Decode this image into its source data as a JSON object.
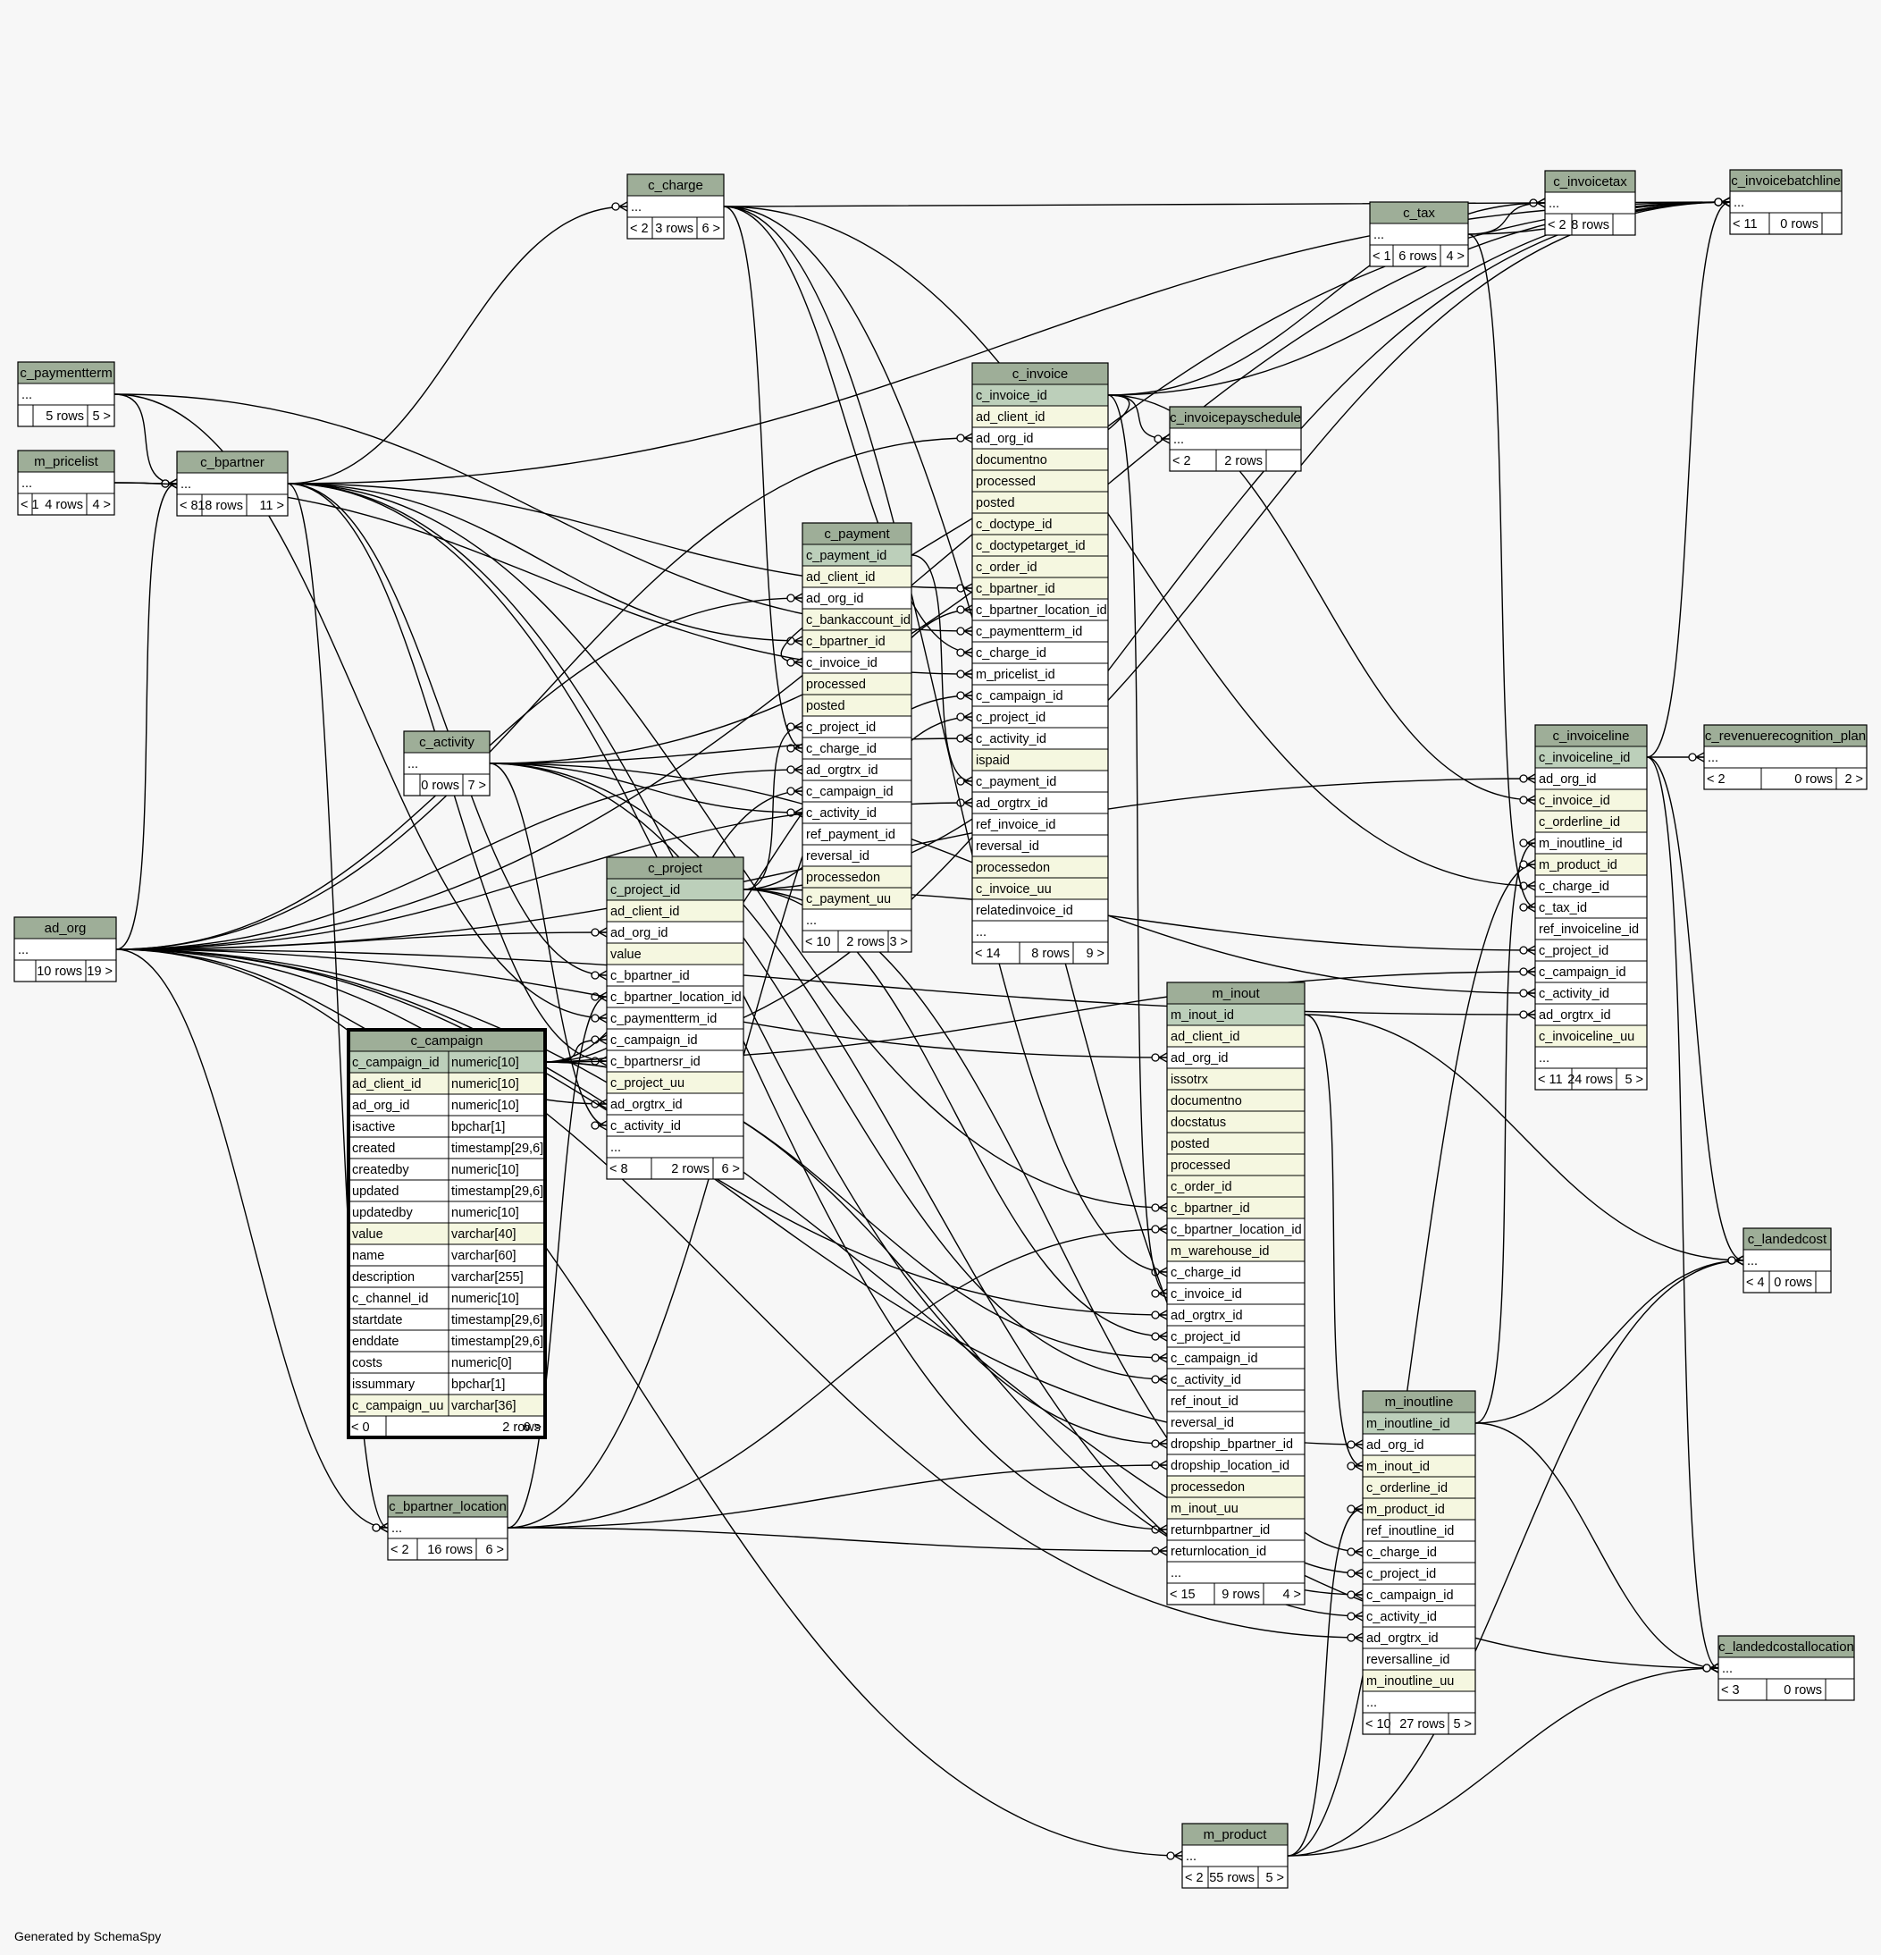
{
  "footer": "Generated by SchemaSpy",
  "colors": {
    "header": "#9eae98",
    "pk": "#bccfba",
    "fk": "#f5f7e0",
    "plain": "#ffffff",
    "border": "#000000",
    "line": "#000000"
  },
  "tables": [
    {
      "id": "c_paymentterm",
      "title": "c_paymentterm",
      "rows": [
        {
          "t": "...",
          "k": "plain"
        }
      ],
      "stats": [
        "",
        "5 rows",
        "5 >"
      ]
    },
    {
      "id": "m_pricelist",
      "title": "m_pricelist",
      "rows": [
        {
          "t": "...",
          "k": "plain"
        }
      ],
      "stats": [
        "< 1",
        "4 rows",
        "4 >"
      ]
    },
    {
      "id": "c_bpartner",
      "title": "c_bpartner",
      "rows": [
        {
          "t": "...",
          "k": "plain"
        }
      ],
      "stats": [
        "< 8",
        "18 rows",
        "11 >"
      ]
    },
    {
      "id": "ad_org",
      "title": "ad_org",
      "rows": [
        {
          "t": "...",
          "k": "plain"
        }
      ],
      "stats": [
        "",
        "10 rows",
        "19 >"
      ]
    },
    {
      "id": "c_charge",
      "title": "c_charge",
      "rows": [
        {
          "t": "...",
          "k": "plain"
        }
      ],
      "stats": [
        "< 2",
        "3 rows",
        "6 >"
      ]
    },
    {
      "id": "c_activity",
      "title": "c_activity",
      "rows": [
        {
          "t": "...",
          "k": "plain"
        }
      ],
      "stats": [
        "",
        "0 rows",
        "7 >"
      ]
    },
    {
      "id": "c_bpartner_location",
      "title": "c_bpartner_location",
      "rows": [
        {
          "t": "...",
          "k": "plain"
        }
      ],
      "stats": [
        "< 2",
        "16 rows",
        "6 >"
      ]
    },
    {
      "id": "c_campaign",
      "title": "c_campaign",
      "focus": true,
      "rows": [
        {
          "t": "c_campaign_id",
          "y": "numeric[10]",
          "k": "pk"
        },
        {
          "t": "ad_client_id",
          "y": "numeric[10]",
          "k": "fk"
        },
        {
          "t": "ad_org_id",
          "y": "numeric[10]",
          "k": "plain"
        },
        {
          "t": "isactive",
          "y": "bpchar[1]",
          "k": "plain"
        },
        {
          "t": "created",
          "y": "timestamp[29,6]",
          "k": "plain"
        },
        {
          "t": "createdby",
          "y": "numeric[10]",
          "k": "plain"
        },
        {
          "t": "updated",
          "y": "timestamp[29,6]",
          "k": "plain"
        },
        {
          "t": "updatedby",
          "y": "numeric[10]",
          "k": "plain"
        },
        {
          "t": "value",
          "y": "varchar[40]",
          "k": "fk"
        },
        {
          "t": "name",
          "y": "varchar[60]",
          "k": "plain"
        },
        {
          "t": "description",
          "y": "varchar[255]",
          "k": "plain"
        },
        {
          "t": "c_channel_id",
          "y": "numeric[10]",
          "k": "plain"
        },
        {
          "t": "startdate",
          "y": "timestamp[29,6]",
          "k": "plain"
        },
        {
          "t": "enddate",
          "y": "timestamp[29,6]",
          "k": "plain"
        },
        {
          "t": "costs",
          "y": "numeric[0]",
          "k": "plain"
        },
        {
          "t": "issummary",
          "y": "bpchar[1]",
          "k": "plain"
        },
        {
          "t": "c_campaign_uu",
          "y": "varchar[36]",
          "k": "fk"
        }
      ],
      "stats": [
        "< 0",
        "2 rows",
        "6 >"
      ]
    },
    {
      "id": "c_project",
      "title": "c_project",
      "rows": [
        {
          "t": "c_project_id",
          "k": "pk"
        },
        {
          "t": "ad_client_id",
          "k": "fk"
        },
        {
          "t": "ad_org_id",
          "k": "plain"
        },
        {
          "t": "value",
          "k": "fk"
        },
        {
          "t": "c_bpartner_id",
          "k": "plain"
        },
        {
          "t": "c_bpartner_location_id",
          "k": "plain"
        },
        {
          "t": "c_paymentterm_id",
          "k": "plain"
        },
        {
          "t": "c_campaign_id",
          "k": "plain"
        },
        {
          "t": "c_bpartnersr_id",
          "k": "plain"
        },
        {
          "t": "c_project_uu",
          "k": "fk"
        },
        {
          "t": "ad_orgtrx_id",
          "k": "plain"
        },
        {
          "t": "c_activity_id",
          "k": "plain"
        },
        {
          "t": "...",
          "k": "plain"
        }
      ],
      "stats": [
        "< 8",
        "2 rows",
        "6 >"
      ]
    },
    {
      "id": "c_payment",
      "title": "c_payment",
      "rows": [
        {
          "t": "c_payment_id",
          "k": "pk"
        },
        {
          "t": "ad_client_id",
          "k": "fk"
        },
        {
          "t": "ad_org_id",
          "k": "plain"
        },
        {
          "t": "c_bankaccount_id",
          "k": "fk"
        },
        {
          "t": "c_bpartner_id",
          "k": "fk"
        },
        {
          "t": "c_invoice_id",
          "k": "plain"
        },
        {
          "t": "processed",
          "k": "fk"
        },
        {
          "t": "posted",
          "k": "fk"
        },
        {
          "t": "c_project_id",
          "k": "plain"
        },
        {
          "t": "c_charge_id",
          "k": "plain"
        },
        {
          "t": "ad_orgtrx_id",
          "k": "plain"
        },
        {
          "t": "c_campaign_id",
          "k": "plain"
        },
        {
          "t": "c_activity_id",
          "k": "plain"
        },
        {
          "t": "ref_payment_id",
          "k": "plain"
        },
        {
          "t": "reversal_id",
          "k": "plain"
        },
        {
          "t": "processedon",
          "k": "fk"
        },
        {
          "t": "c_payment_uu",
          "k": "fk"
        },
        {
          "t": "...",
          "k": "plain"
        }
      ],
      "stats": [
        "< 10",
        "2 rows",
        "3 >"
      ]
    },
    {
      "id": "c_invoice",
      "title": "c_invoice",
      "rows": [
        {
          "t": "c_invoice_id",
          "k": "pk"
        },
        {
          "t": "ad_client_id",
          "k": "fk"
        },
        {
          "t": "ad_org_id",
          "k": "plain"
        },
        {
          "t": "documentno",
          "k": "fk"
        },
        {
          "t": "processed",
          "k": "fk"
        },
        {
          "t": "posted",
          "k": "fk"
        },
        {
          "t": "c_doctype_id",
          "k": "fk"
        },
        {
          "t": "c_doctypetarget_id",
          "k": "fk"
        },
        {
          "t": "c_order_id",
          "k": "fk"
        },
        {
          "t": "c_bpartner_id",
          "k": "fk"
        },
        {
          "t": "c_bpartner_location_id",
          "k": "plain"
        },
        {
          "t": "c_paymentterm_id",
          "k": "plain"
        },
        {
          "t": "c_charge_id",
          "k": "plain"
        },
        {
          "t": "m_pricelist_id",
          "k": "plain"
        },
        {
          "t": "c_campaign_id",
          "k": "plain"
        },
        {
          "t": "c_project_id",
          "k": "plain"
        },
        {
          "t": "c_activity_id",
          "k": "plain"
        },
        {
          "t": "ispaid",
          "k": "fk"
        },
        {
          "t": "c_payment_id",
          "k": "plain"
        },
        {
          "t": "ad_orgtrx_id",
          "k": "plain"
        },
        {
          "t": "ref_invoice_id",
          "k": "plain"
        },
        {
          "t": "reversal_id",
          "k": "plain"
        },
        {
          "t": "processedon",
          "k": "fk"
        },
        {
          "t": "c_invoice_uu",
          "k": "fk"
        },
        {
          "t": "relatedinvoice_id",
          "k": "plain"
        },
        {
          "t": "...",
          "k": "plain"
        }
      ],
      "stats": [
        "< 14",
        "8 rows",
        "9 >"
      ]
    },
    {
      "id": "c_invoicepayschedule",
      "title": "c_invoicepayschedule",
      "rows": [
        {
          "t": "...",
          "k": "plain"
        }
      ],
      "stats": [
        "< 2",
        "2 rows",
        ""
      ]
    },
    {
      "id": "c_tax",
      "title": "c_tax",
      "rows": [
        {
          "t": "...",
          "k": "plain"
        }
      ],
      "stats": [
        "< 1",
        "6 rows",
        "4 >"
      ]
    },
    {
      "id": "c_invoicetax",
      "title": "c_invoicetax",
      "rows": [
        {
          "t": "...",
          "k": "plain"
        }
      ],
      "stats": [
        "< 2",
        "8 rows",
        ""
      ]
    },
    {
      "id": "c_invoicebatchline",
      "title": "c_invoicebatchline",
      "rows": [
        {
          "t": "...",
          "k": "plain"
        }
      ],
      "stats": [
        "< 11",
        "0 rows",
        ""
      ]
    },
    {
      "id": "m_inout",
      "title": "m_inout",
      "rows": [
        {
          "t": "m_inout_id",
          "k": "pk"
        },
        {
          "t": "ad_client_id",
          "k": "fk"
        },
        {
          "t": "ad_org_id",
          "k": "plain"
        },
        {
          "t": "issotrx",
          "k": "fk"
        },
        {
          "t": "documentno",
          "k": "fk"
        },
        {
          "t": "docstatus",
          "k": "fk"
        },
        {
          "t": "posted",
          "k": "fk"
        },
        {
          "t": "processed",
          "k": "fk"
        },
        {
          "t": "c_order_id",
          "k": "fk"
        },
        {
          "t": "c_bpartner_id",
          "k": "fk"
        },
        {
          "t": "c_bpartner_location_id",
          "k": "plain"
        },
        {
          "t": "m_warehouse_id",
          "k": "fk"
        },
        {
          "t": "c_charge_id",
          "k": "plain"
        },
        {
          "t": "c_invoice_id",
          "k": "plain"
        },
        {
          "t": "ad_orgtrx_id",
          "k": "plain"
        },
        {
          "t": "c_project_id",
          "k": "plain"
        },
        {
          "t": "c_campaign_id",
          "k": "plain"
        },
        {
          "t": "c_activity_id",
          "k": "plain"
        },
        {
          "t": "ref_inout_id",
          "k": "plain"
        },
        {
          "t": "reversal_id",
          "k": "plain"
        },
        {
          "t": "dropship_bpartner_id",
          "k": "plain"
        },
        {
          "t": "dropship_location_id",
          "k": "plain"
        },
        {
          "t": "processedon",
          "k": "fk"
        },
        {
          "t": "m_inout_uu",
          "k": "fk"
        },
        {
          "t": "returnbpartner_id",
          "k": "plain"
        },
        {
          "t": "returnlocation_id",
          "k": "plain"
        },
        {
          "t": "...",
          "k": "plain"
        }
      ],
      "stats": [
        "< 15",
        "9 rows",
        "4 >"
      ]
    },
    {
      "id": "c_invoiceline",
      "title": "c_invoiceline",
      "rows": [
        {
          "t": "c_invoiceline_id",
          "k": "pk"
        },
        {
          "t": "ad_org_id",
          "k": "plain"
        },
        {
          "t": "c_invoice_id",
          "k": "fk"
        },
        {
          "t": "c_orderline_id",
          "k": "fk"
        },
        {
          "t": "m_inoutline_id",
          "k": "plain"
        },
        {
          "t": "m_product_id",
          "k": "fk"
        },
        {
          "t": "c_charge_id",
          "k": "plain"
        },
        {
          "t": "c_tax_id",
          "k": "plain"
        },
        {
          "t": "ref_invoiceline_id",
          "k": "plain"
        },
        {
          "t": "c_project_id",
          "k": "plain"
        },
        {
          "t": "c_campaign_id",
          "k": "plain"
        },
        {
          "t": "c_activity_id",
          "k": "plain"
        },
        {
          "t": "ad_orgtrx_id",
          "k": "plain"
        },
        {
          "t": "c_invoiceline_uu",
          "k": "fk"
        },
        {
          "t": "...",
          "k": "plain"
        }
      ],
      "stats": [
        "< 11",
        "24 rows",
        "5 >"
      ]
    },
    {
      "id": "c_revenuerecognition_plan",
      "title": "c_revenuerecognition_plan",
      "rows": [
        {
          "t": "...",
          "k": "plain"
        }
      ],
      "stats": [
        "< 2",
        "0 rows",
        "2 >"
      ]
    },
    {
      "id": "c_landedcost",
      "title": "c_landedcost",
      "rows": [
        {
          "t": "...",
          "k": "plain"
        }
      ],
      "stats": [
        "< 4",
        "0 rows",
        ""
      ]
    },
    {
      "id": "m_inoutline",
      "title": "m_inoutline",
      "rows": [
        {
          "t": "m_inoutline_id",
          "k": "pk"
        },
        {
          "t": "ad_org_id",
          "k": "plain"
        },
        {
          "t": "m_inout_id",
          "k": "fk"
        },
        {
          "t": "c_orderline_id",
          "k": "fk"
        },
        {
          "t": "m_product_id",
          "k": "fk"
        },
        {
          "t": "ref_inoutline_id",
          "k": "plain"
        },
        {
          "t": "c_charge_id",
          "k": "plain"
        },
        {
          "t": "c_project_id",
          "k": "plain"
        },
        {
          "t": "c_campaign_id",
          "k": "plain"
        },
        {
          "t": "c_activity_id",
          "k": "plain"
        },
        {
          "t": "ad_orgtrx_id",
          "k": "plain"
        },
        {
          "t": "reversalline_id",
          "k": "plain"
        },
        {
          "t": "m_inoutline_uu",
          "k": "fk"
        },
        {
          "t": "...",
          "k": "plain"
        }
      ],
      "stats": [
        "< 10",
        "27 rows",
        "5 >"
      ]
    },
    {
      "id": "c_landedcostallocation",
      "title": "c_landedcostallocation",
      "rows": [
        {
          "t": "...",
          "k": "plain"
        }
      ],
      "stats": [
        "< 3",
        "0 rows",
        ""
      ]
    },
    {
      "id": "m_product",
      "title": "m_product",
      "rows": [
        {
          "t": "...",
          "k": "plain"
        }
      ],
      "stats": [
        "< 2",
        "55 rows",
        "5 >"
      ]
    }
  ]
}
